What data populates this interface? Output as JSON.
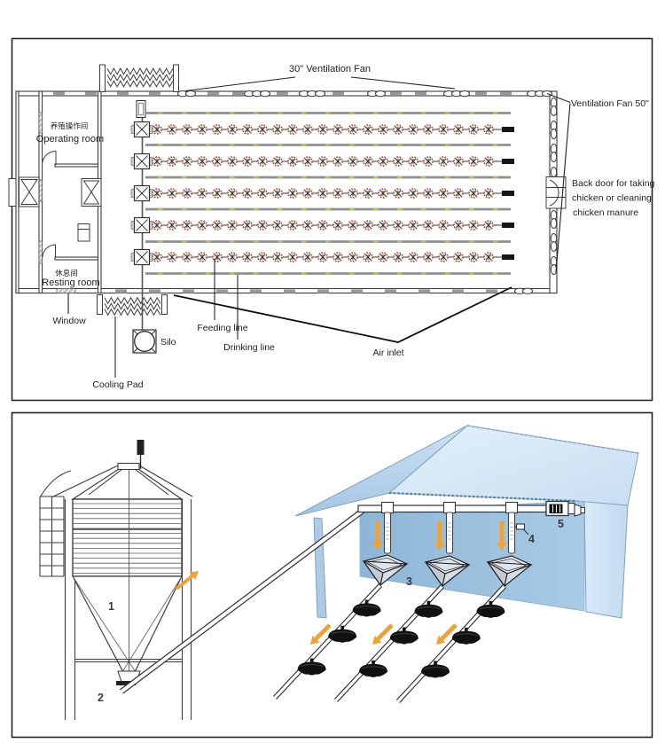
{
  "panel_top": {
    "labels": {
      "fan_top": "30\" Ventilation Fan",
      "fan_right": "Ventilation Fan 50\"",
      "back_door_l1": "Back door for taking",
      "back_door_l2": "chicken or cleaning",
      "back_door_l3": "chicken manure",
      "operating_room_cn": "养殖操作间",
      "operating_room_en": "Operating room",
      "resting_room_cn": "休息间",
      "resting_room_en": "Resting room",
      "window": "Window",
      "silo": "Silo",
      "feeding_line": "Feeding line",
      "drinking_line": "Drinking line",
      "air_inlet": "Air inlet",
      "cooling_pad": "Cooling Pad"
    },
    "counts": {
      "feeding_lines": 5,
      "feeders_per_line": 23,
      "drinking_lines": 6,
      "right_wall_fans": 13
    },
    "colors": {
      "feeder_ring": "#a25436",
      "feeder_cross": "#3a3a3a",
      "line_gray": "#7d7d7d",
      "drink_gray": "#8f8f8f",
      "drink_tick": "#c9bd54",
      "vent_rect": "#9a9a9a",
      "wall": "#3c3c3c",
      "end_cap": "#151515"
    }
  },
  "panel_bottom": {
    "numbers": {
      "n1": "1",
      "n2": "2",
      "n3": "3",
      "n4": "4",
      "n5": "5"
    },
    "counts": {
      "feed_drop_tubes": 3,
      "hoppers": 3,
      "pan_lines": 3,
      "pans_per_line": 3
    },
    "colors": {
      "roof_left_a": "#c6dcf0",
      "roof_left_b": "#a4c6e3",
      "roof_right_a": "#e3f0fa",
      "roof_right_b": "#c9def2",
      "back_wall_a": "#8db6d6",
      "back_wall_b": "#a9cbe6",
      "side_wall": "#d3e6f6",
      "left_wall": "#aecbe6",
      "edge": "#7fa3bd",
      "arrow": "#F1A136",
      "line_art": "#3d3d3d",
      "pan": "#111111"
    }
  }
}
